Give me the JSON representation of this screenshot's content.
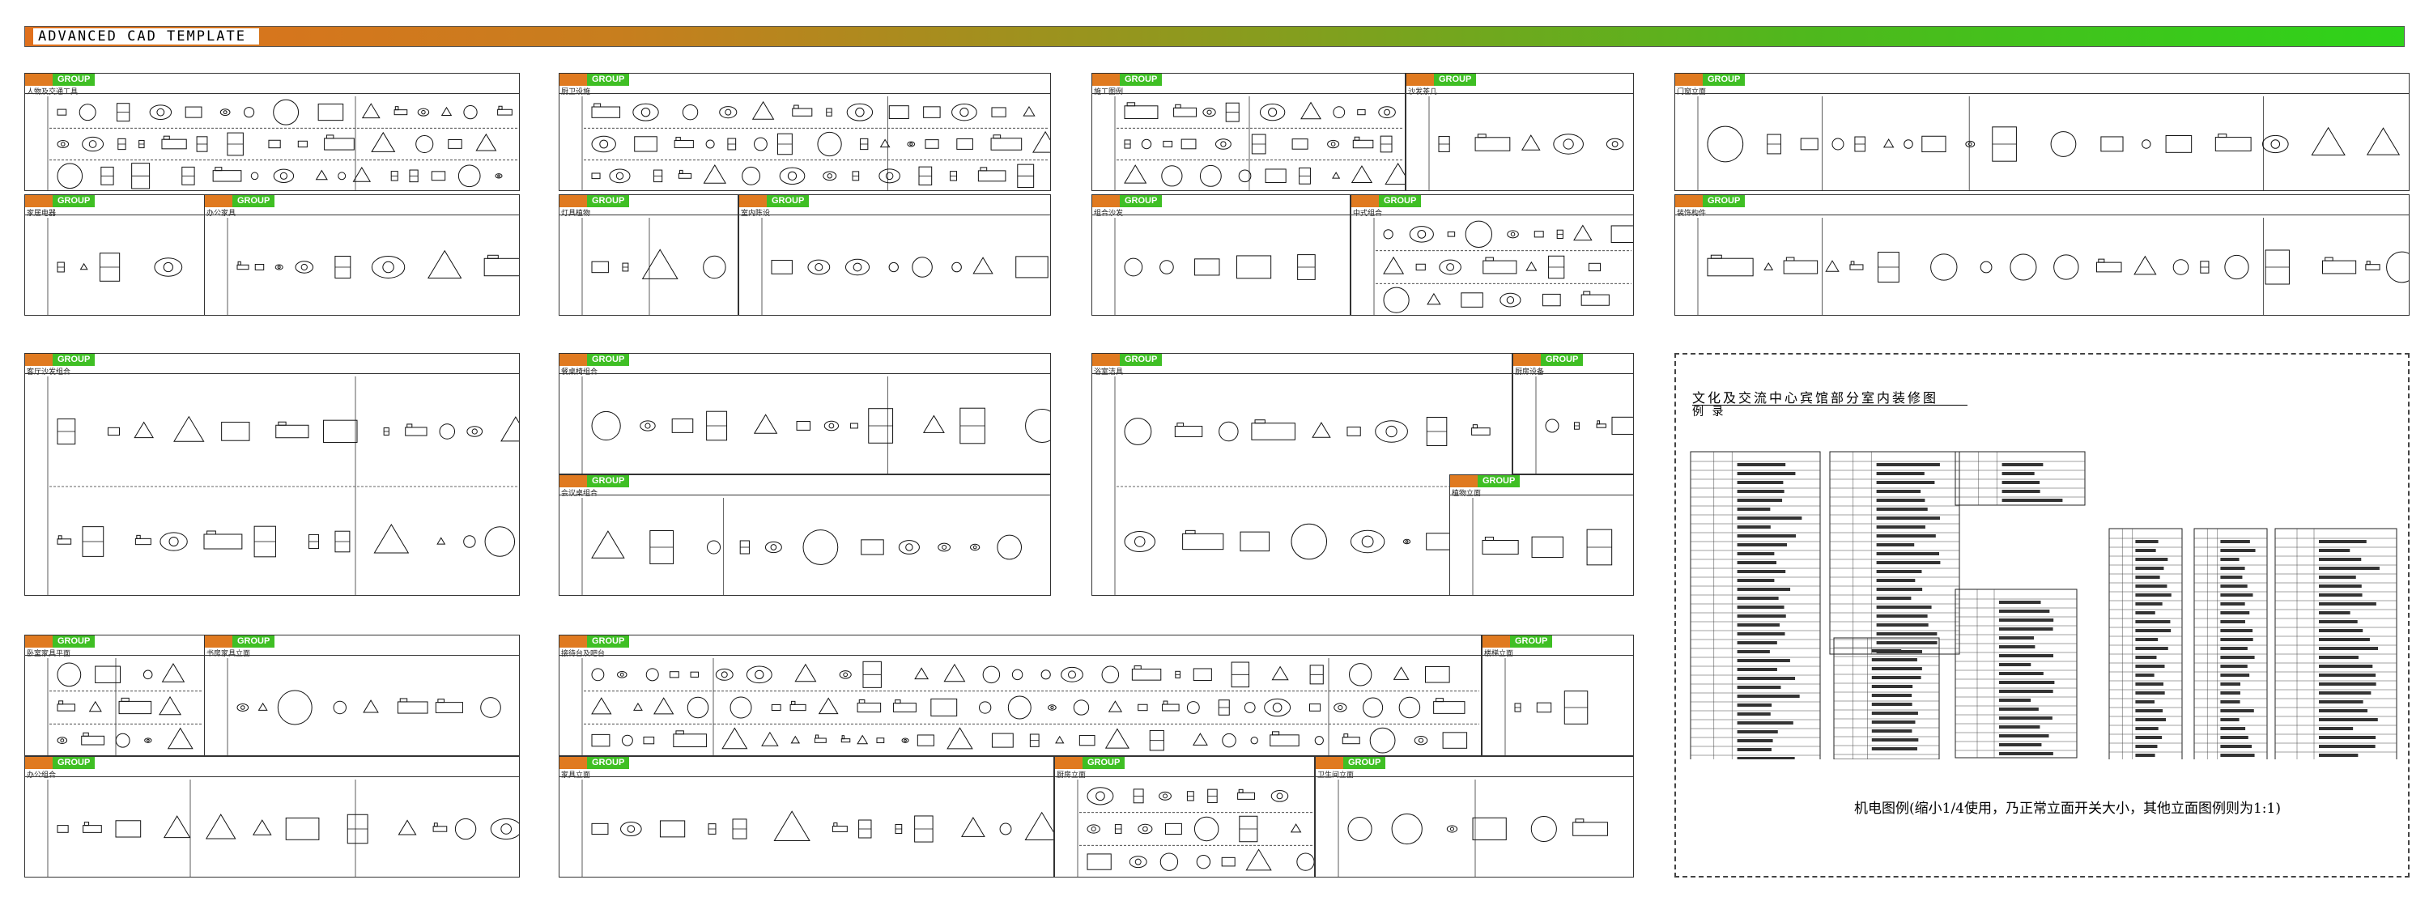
{
  "banner": {
    "title": "ADVANCED   CAD   TEMPLATE"
  },
  "brand": {
    "label": "GROUP",
    "orange": "#e07a20",
    "green": "#3fbf24"
  },
  "panels": [
    {
      "id": "p1",
      "caption": "人物及交通工具"
    },
    {
      "id": "p2",
      "caption": "家居电器"
    },
    {
      "id": "p3",
      "caption": "办公家具"
    },
    {
      "id": "p4",
      "caption": "厨卫设施"
    },
    {
      "id": "p5",
      "caption": "灯具植物"
    },
    {
      "id": "p6",
      "caption": "室内陈设"
    },
    {
      "id": "p7",
      "caption": "施工图例"
    },
    {
      "id": "p8",
      "caption": "沙发茶几"
    },
    {
      "id": "p9",
      "caption": "组合沙发"
    },
    {
      "id": "p10",
      "caption": "中式组合"
    },
    {
      "id": "p11",
      "caption": "门窗立面"
    },
    {
      "id": "p12",
      "caption": "装饰构件"
    },
    {
      "id": "p13",
      "caption": "客厅沙发组合"
    },
    {
      "id": "p14",
      "caption": "餐桌椅组合"
    },
    {
      "id": "p15",
      "caption": "会议桌组合"
    },
    {
      "id": "p16",
      "caption": "浴室洁具"
    },
    {
      "id": "p17",
      "caption": "厨房设备"
    },
    {
      "id": "p18",
      "caption": "植物立面"
    },
    {
      "id": "p19",
      "caption": "卧室家具平面"
    },
    {
      "id": "p20",
      "caption": "书房家具立面"
    },
    {
      "id": "p21",
      "caption": "办公组合"
    },
    {
      "id": "p22",
      "caption": "接待台及吧台"
    },
    {
      "id": "p23",
      "caption": "楼梯立面"
    },
    {
      "id": "p24",
      "caption": "家具立面"
    },
    {
      "id": "p25",
      "caption": "厨房立面"
    },
    {
      "id": "p26",
      "caption": "卫生间立面"
    }
  ],
  "legend": {
    "title": "文化及交流中心宾馆部分室内装修图",
    "subtitle": "例  录",
    "footnote": "机电图例(缩小1/4使用，乃正常立面开关大小，其他立面图例则为1:1)"
  }
}
